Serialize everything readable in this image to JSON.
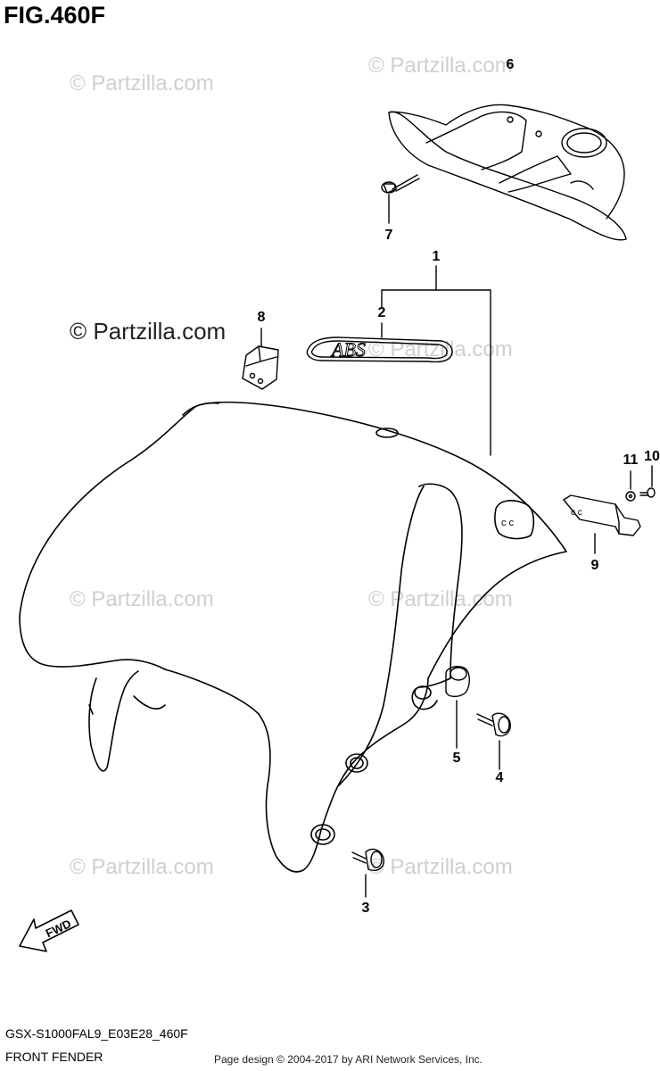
{
  "figure": {
    "title": "FIG.460F",
    "diagram_code": "GSX-S1000FAL9_E03E28_460F",
    "section_name": "FRONT FENDER",
    "credit": "Page design © 2004-2017 by ARI Network Services, Inc."
  },
  "watermark": {
    "text": "© Partzilla.com",
    "prominent_text": "© Partzilla.com"
  },
  "emblem_text": "ABS",
  "direction_label": "FWD",
  "callouts": [
    "1",
    "2",
    "3",
    "4",
    "5",
    "6",
    "7",
    "8",
    "9",
    "10",
    "11"
  ],
  "colors": {
    "line": "#000000",
    "watermark": "#cfcfcf",
    "background": "#ffffff"
  }
}
